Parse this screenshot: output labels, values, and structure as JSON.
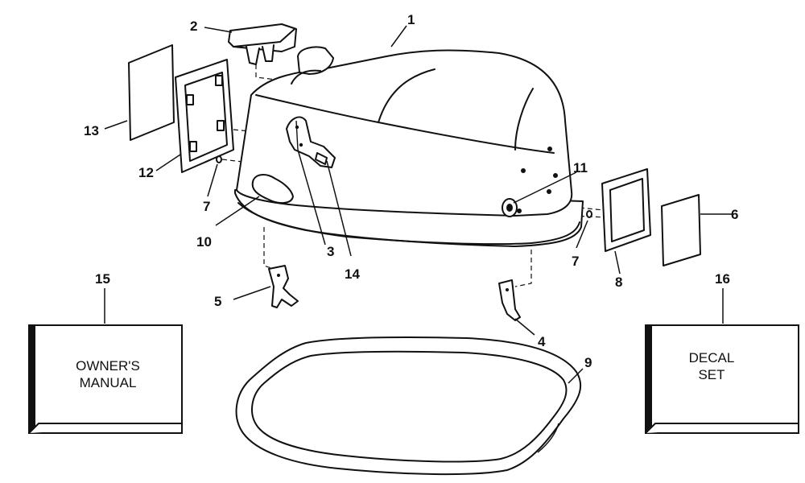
{
  "callouts": {
    "c1": "1",
    "c2": "2",
    "c3": "3",
    "c4": "4",
    "c5": "5",
    "c6": "6",
    "c7a": "7",
    "c7b": "7",
    "c8": "8",
    "c9": "9",
    "c10": "10",
    "c11": "11",
    "c12": "12",
    "c13": "13",
    "c14": "14",
    "c15": "15",
    "c16": "16"
  },
  "boxes": {
    "manual_line1": "OWNER'S",
    "manual_line2": "MANUAL",
    "decal_line1": "DECAL",
    "decal_line2": "SET"
  }
}
